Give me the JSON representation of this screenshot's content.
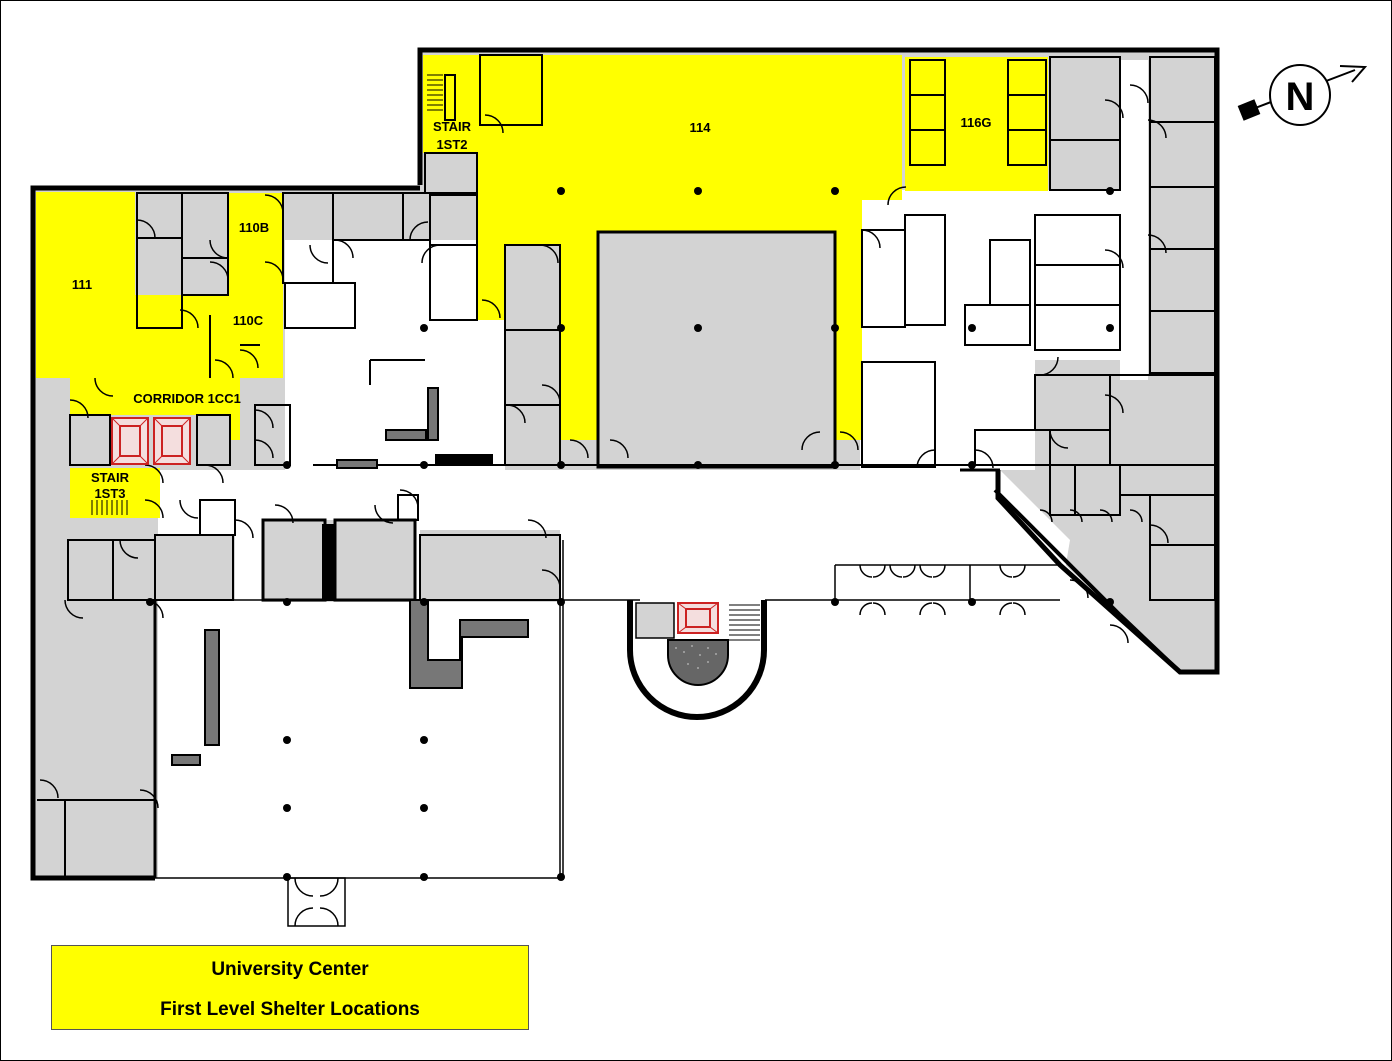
{
  "rooms": {
    "r114": "114",
    "r116g": "116G",
    "r111": "111",
    "r110b": "110B",
    "r110c": "110C",
    "corridor": "CORRIDOR 1CC1",
    "stair2_a": "STAIR",
    "stair2_b": "1ST2",
    "stair3_a": "STAIR",
    "stair3_b": "1ST3"
  },
  "compass": {
    "label": "N",
    "icon": "north-arrow-icon"
  },
  "legend": {
    "line1": "University Center",
    "line2": "First Level Shelter Locations"
  },
  "colors": {
    "shelter": "#ffff00",
    "room": "#d3d3d3",
    "wall": "#000000",
    "elevator": "#cc2222"
  }
}
